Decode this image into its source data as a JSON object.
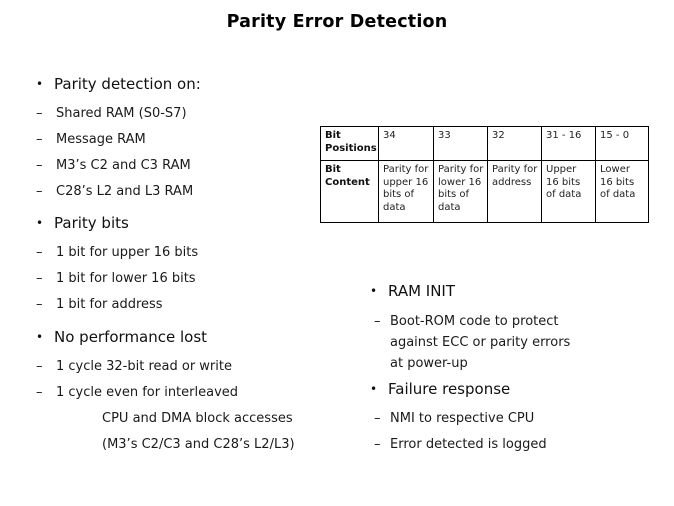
{
  "title": "Parity Error Detection",
  "markers": {
    "bullet": "•",
    "dash": "–"
  },
  "left": {
    "sections": [
      {
        "heading": "Parity detection on:",
        "items": [
          "Shared RAM (S0-S7)",
          "Message RAM",
          "M3’s C2 and C3 RAM",
          "C28’s L2 and L3 RAM"
        ]
      },
      {
        "heading": "Parity bits",
        "items": [
          "1 bit for upper 16 bits",
          "1 bit for lower 16 bits",
          "1 bit for address"
        ]
      },
      {
        "heading": "No performance lost",
        "items": [
          "1 cycle 32-bit read or write",
          "1 cycle even for interleaved"
        ],
        "continuations": [
          "CPU and DMA block accesses",
          "(M3’s C2/C3 and C28’s L2/L3)"
        ]
      }
    ]
  },
  "right": {
    "sections": [
      {
        "heading": "RAM INIT",
        "items": [
          "Boot-ROM code to protect against ECC or parity errors at power-up"
        ]
      },
      {
        "heading": "Failure response",
        "items": [
          "NMI to respective CPU",
          "Error detected is logged"
        ]
      }
    ]
  },
  "table": {
    "rows": [
      {
        "header": "Bit Positions",
        "cells": [
          "34",
          "33",
          "32",
          "31 - 16",
          "15 - 0"
        ]
      },
      {
        "header": "Bit Content",
        "cells": [
          "Parity for upper 16 bits of data",
          "Parity for lower 16 bits of data",
          "Parity for address",
          "Upper 16 bits of data",
          "Lower 16 bits of data"
        ]
      }
    ]
  },
  "colors": {
    "background": "#ffffff",
    "text": "#000000",
    "table_border": "#000000"
  }
}
